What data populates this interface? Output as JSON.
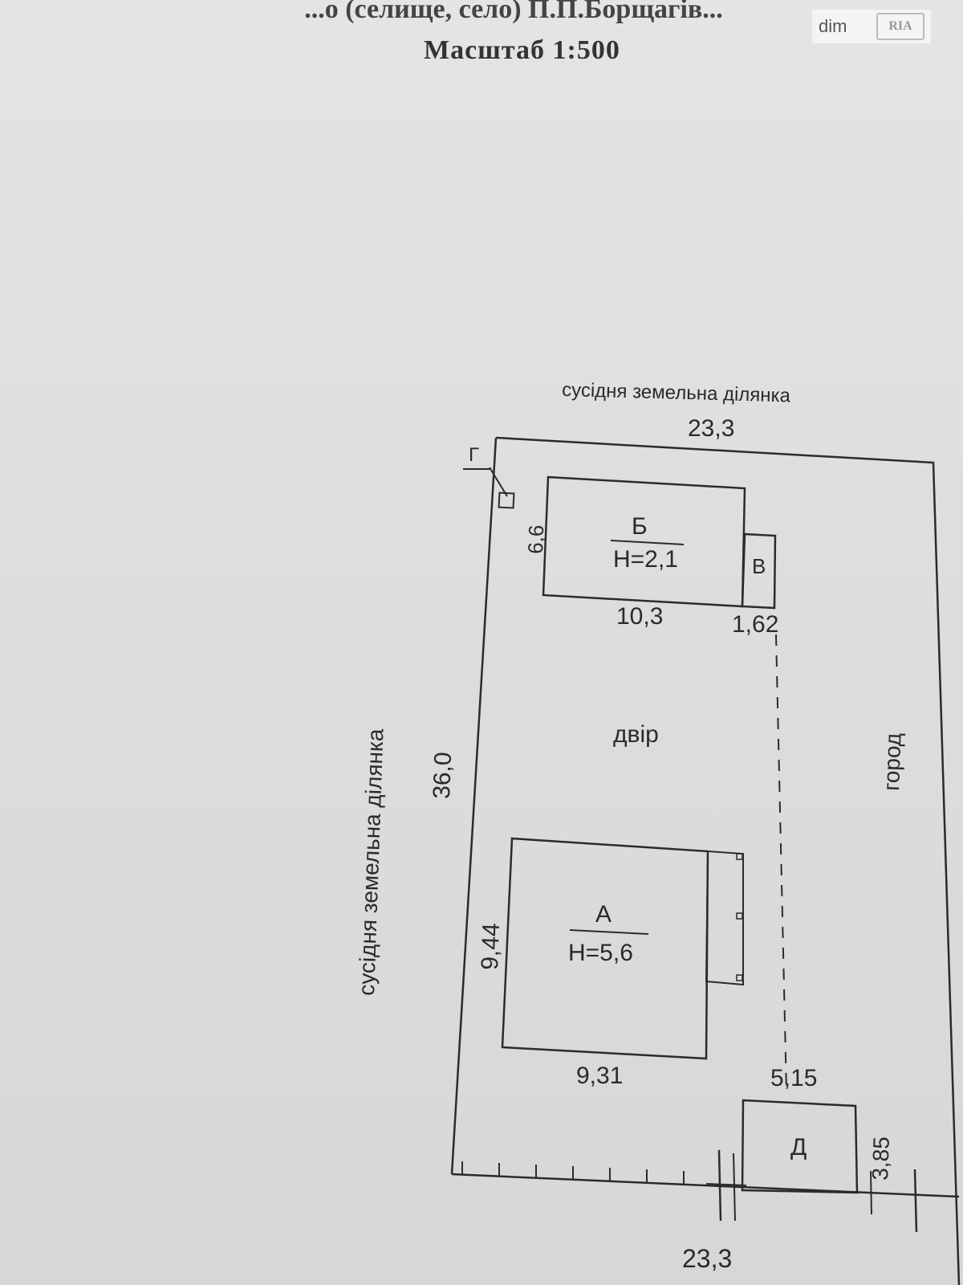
{
  "header": {
    "line1": "...о (селище, село) П.П.Борщагів...",
    "scale": "Масштаб 1:500"
  },
  "watermark": {
    "text": "dim",
    "logo": "RIA"
  },
  "labels": {
    "top_neighbor": "сусідня земельна ділянка",
    "left_neighbor": "сусідня земельна ділянка",
    "top_length": "23,3",
    "bottom_length": "23,3",
    "left_length": "36,0",
    "yard": "двір",
    "garden": "город",
    "marker_g": "Г"
  },
  "buildings": {
    "b": {
      "letter": "Б",
      "height": "Н=2,1",
      "width": "10,3",
      "depth": "6,6"
    },
    "v": {
      "letter": "В",
      "width": "1,62"
    },
    "a": {
      "letter": "А",
      "height": "Н=5,6",
      "width": "9,31",
      "depth": "9,44"
    },
    "d": {
      "letter": "Д",
      "width": "5,15",
      "depth": "3,85"
    }
  }
}
